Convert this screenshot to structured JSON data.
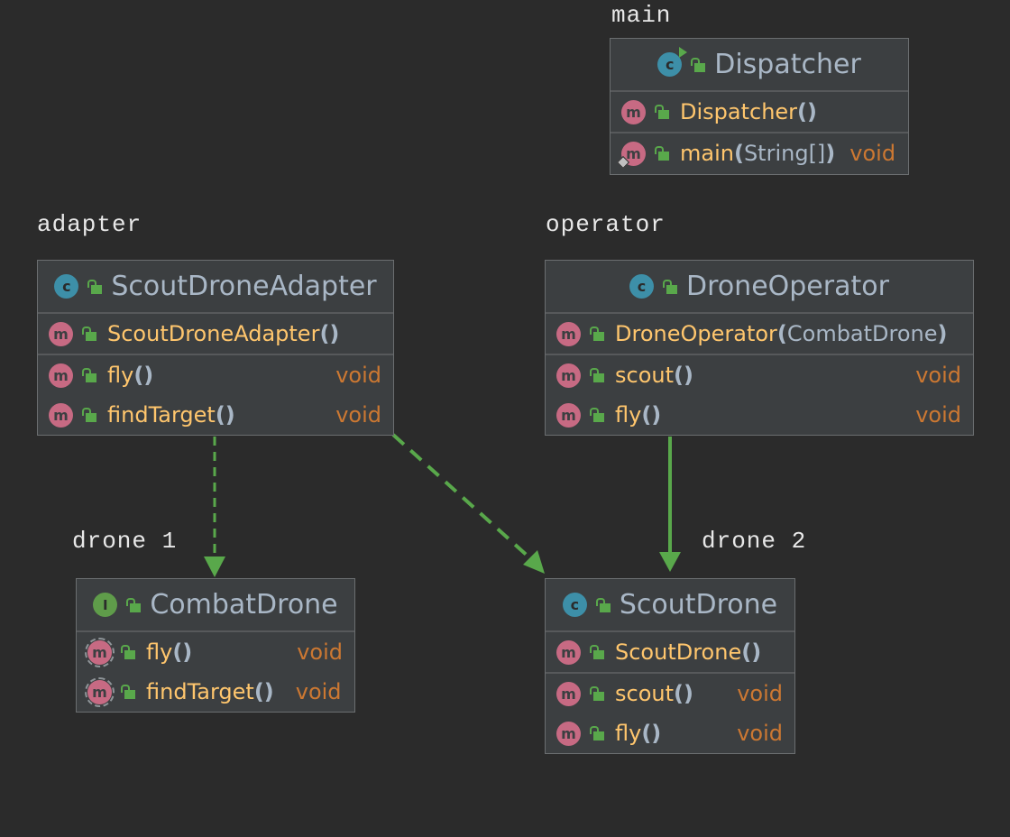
{
  "packages": {
    "main": "main",
    "adapter": "adapter",
    "operator": "operator",
    "drone1": "drone 1",
    "drone2": "drone 2"
  },
  "dispatcher": {
    "name": "Dispatcher",
    "badge": "c",
    "ctor": "Dispatcher",
    "main_method": "main",
    "main_param": "String[]",
    "main_ret": "void"
  },
  "scout_adapter": {
    "name": "ScoutDroneAdapter",
    "badge": "c",
    "ctor": "ScoutDroneAdapter",
    "methods": [
      {
        "name": "fly",
        "ret": "void"
      },
      {
        "name": "findTarget",
        "ret": "void"
      }
    ]
  },
  "drone_operator": {
    "name": "DroneOperator",
    "badge": "c",
    "ctor": "DroneOperator",
    "ctor_param": "CombatDrone",
    "methods": [
      {
        "name": "scout",
        "ret": "void"
      },
      {
        "name": "fly",
        "ret": "void"
      }
    ]
  },
  "combat_drone": {
    "name": "CombatDrone",
    "badge": "I",
    "methods": [
      {
        "name": "fly",
        "ret": "void"
      },
      {
        "name": "findTarget",
        "ret": "void"
      }
    ]
  },
  "scout_drone": {
    "name": "ScoutDrone",
    "badge": "c",
    "ctor": "ScoutDrone",
    "methods": [
      {
        "name": "scout",
        "ret": "void"
      },
      {
        "name": "fly",
        "ret": "void"
      }
    ]
  },
  "badges": {
    "method": "m"
  },
  "syntax": {
    "empty_parens": "()",
    "open_paren": "(",
    "close_paren": ")",
    "close_arr_paren": "[])"
  },
  "colors": {
    "background": "#2b2b2b",
    "class_box": "#3c3f41",
    "method_name": "#ffc66d",
    "return_type": "#cc7832",
    "type_text": "#a9b7c6",
    "arrow": "#59a84b"
  }
}
